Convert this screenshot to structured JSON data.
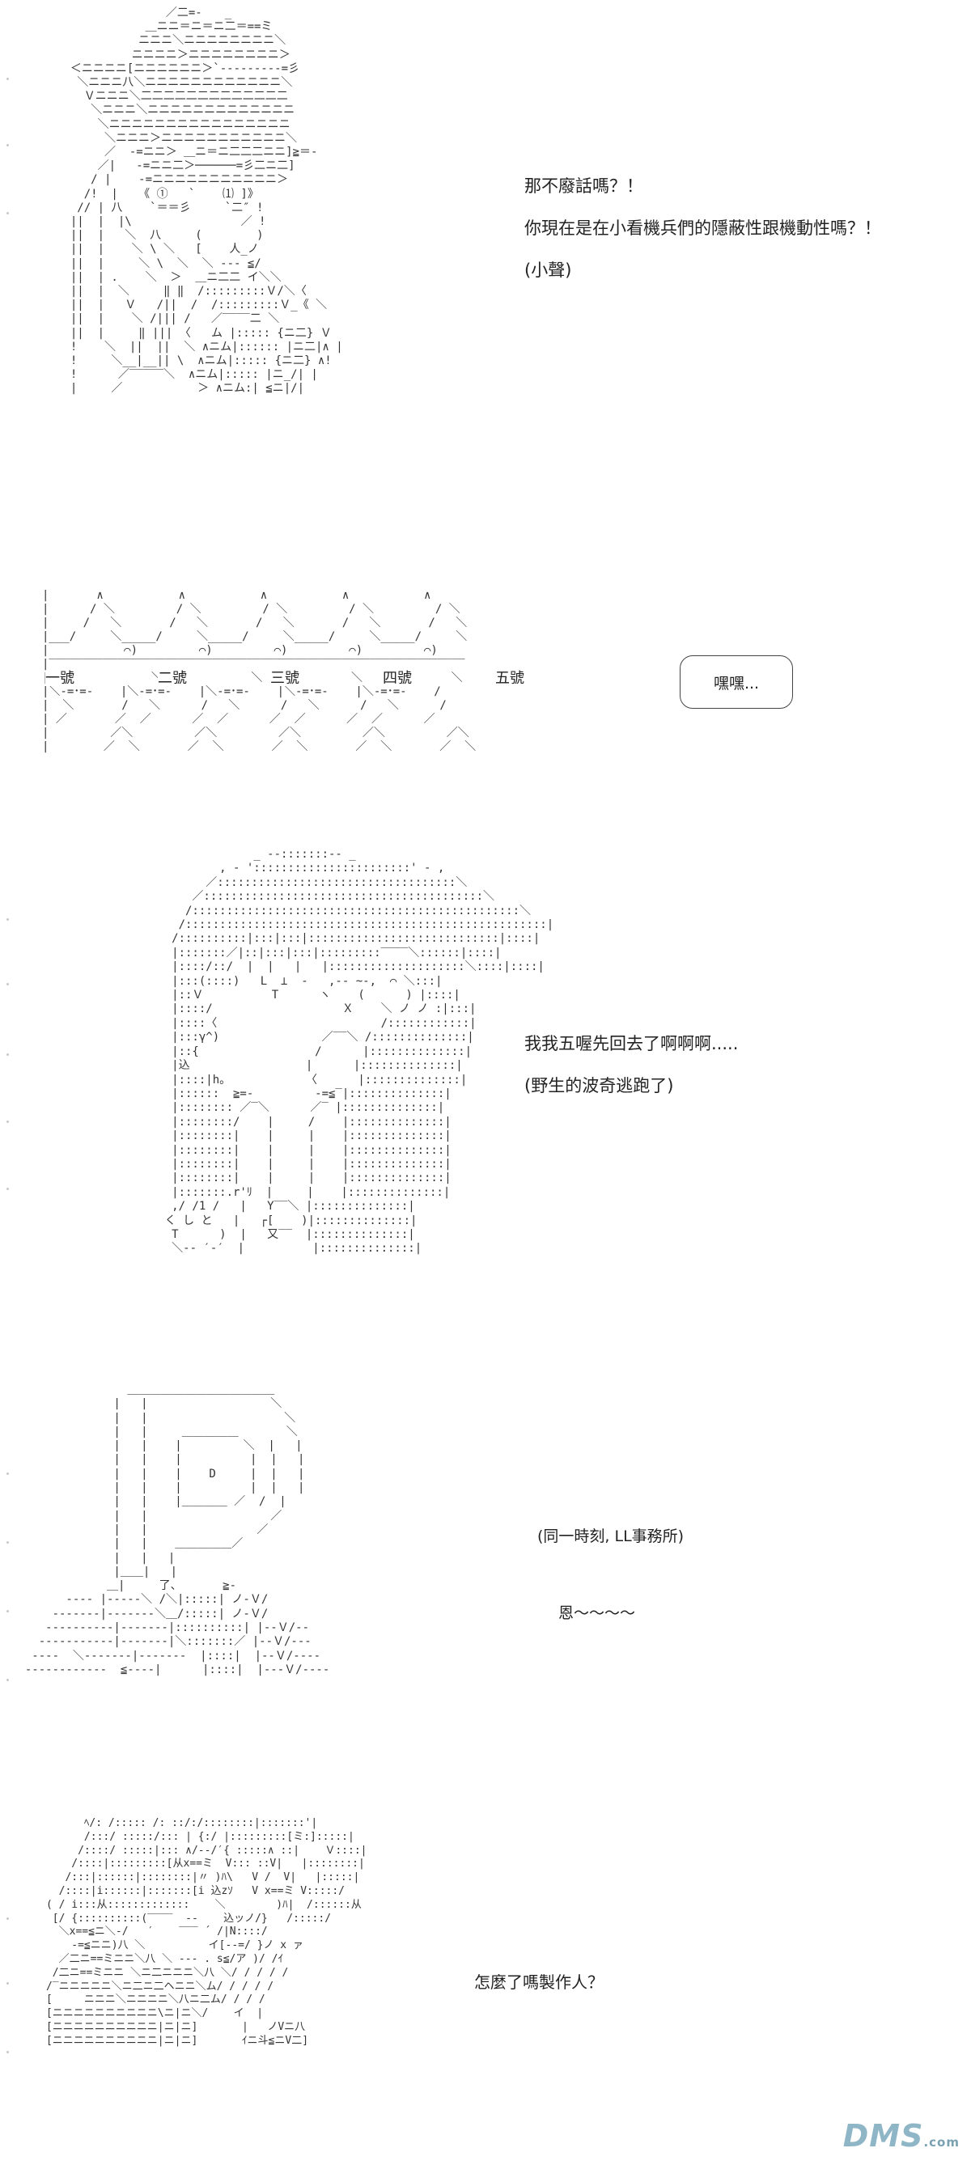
{
  "panels": [
    {
      "id": "panel-1",
      "dialog": [
        "那不廢話嗎？！",
        "你現在是在小看機兵們的隱蔽性跟機動性嗎？！",
        "(小聲)"
      ]
    },
    {
      "id": "panel-2",
      "labels": [
        "一號",
        "二號",
        "三號",
        "四號",
        "五號"
      ],
      "bubble_text": "嘿嘿..."
    },
    {
      "id": "panel-3",
      "dialog": [
        "我我五喔先回去了啊啊啊.....",
        "(野生的波奇逃跑了)"
      ]
    },
    {
      "id": "panel-4",
      "dialog": [
        "(同一時刻, LL事務所)",
        "恩～～～～"
      ]
    },
    {
      "id": "panel-5",
      "dialog": [
        "怎麼了嗎製作人？"
      ]
    }
  ],
  "watermark": {
    "brand": "DMS",
    "suffix": ".com"
  }
}
